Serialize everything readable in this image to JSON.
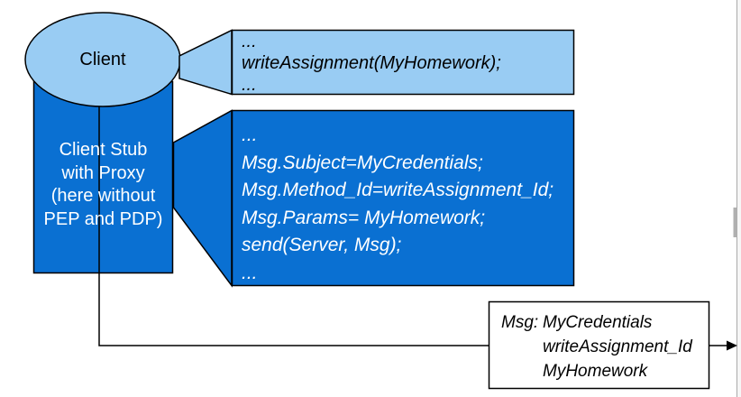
{
  "client": {
    "label": "Client"
  },
  "client_stub": {
    "lines": [
      "Client Stub",
      "with Proxy",
      "(here without",
      "PEP and PDP)"
    ]
  },
  "app_code_callout": {
    "lines": [
      "...",
      "writeAssignment(MyHomework);",
      "..."
    ]
  },
  "stub_code_callout": {
    "lines": [
      "...",
      "Msg.Subject=MyCredentials;",
      "Msg.Method_Id=writeAssignment_Id;",
      "Msg.Params= MyHomework;",
      "send(Server, Msg);",
      "..."
    ]
  },
  "message_box": {
    "label": "Msg:",
    "fields": [
      "MyCredentials",
      "writeAssignment_Id",
      "MyHomework"
    ]
  },
  "colors": {
    "light_blue": "#99CCF3",
    "dark_blue": "#0A70D2",
    "outline": "#000000",
    "message_box_fill": "#FFFFFF",
    "arrow": "#000000",
    "edge_line": "#AAAAAA",
    "edge_strip": "#F6F6F6",
    "scroll_thumb": "#B0B0B0"
  }
}
